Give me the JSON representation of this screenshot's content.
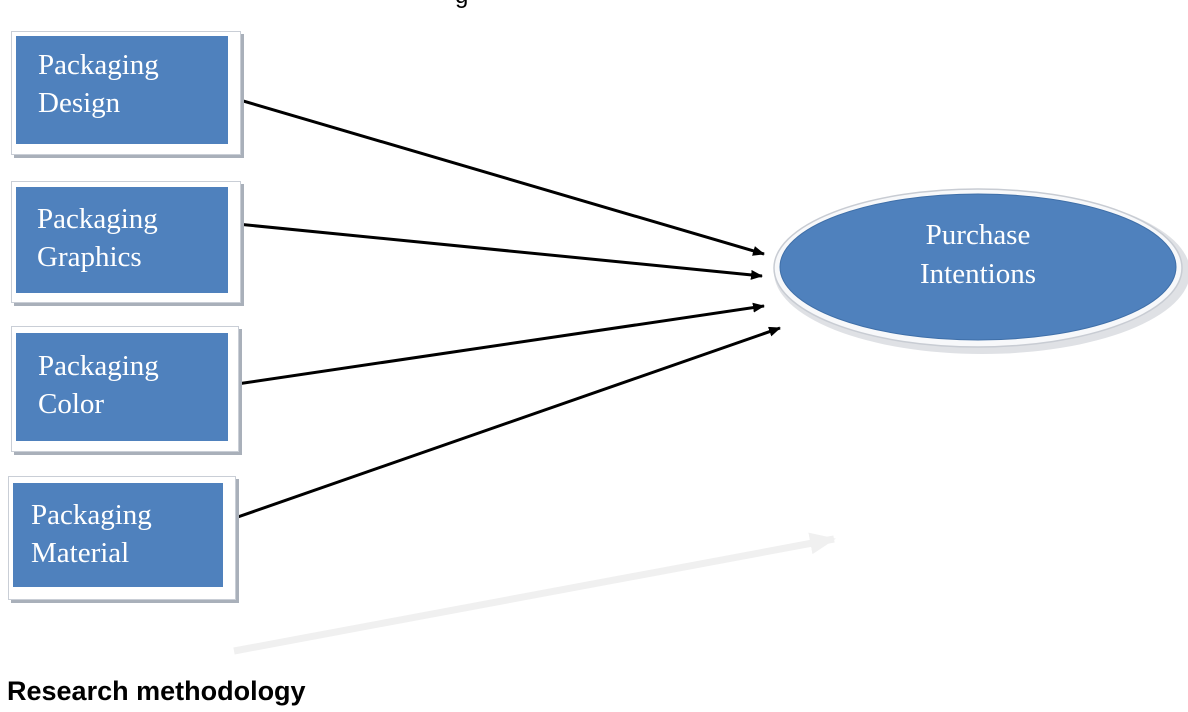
{
  "top_fragment": "g",
  "factors": [
    {
      "line1": "Packaging",
      "line2": "Design"
    },
    {
      "line1": "Packaging",
      "line2": "Graphics"
    },
    {
      "line1": "Packaging",
      "line2": "Color"
    },
    {
      "line1": "Packaging",
      "line2": "Material"
    }
  ],
  "outcome": {
    "line1": "Purchase",
    "line2": "Intentions"
  },
  "caption": "Research methodology",
  "colors": {
    "box_fill": "#4f81bd",
    "ellipse_fill": "#4f81bd",
    "text_on_fill": "#ffffff",
    "arrow": "#000000",
    "faded_arrow": "#f0f0f0"
  }
}
